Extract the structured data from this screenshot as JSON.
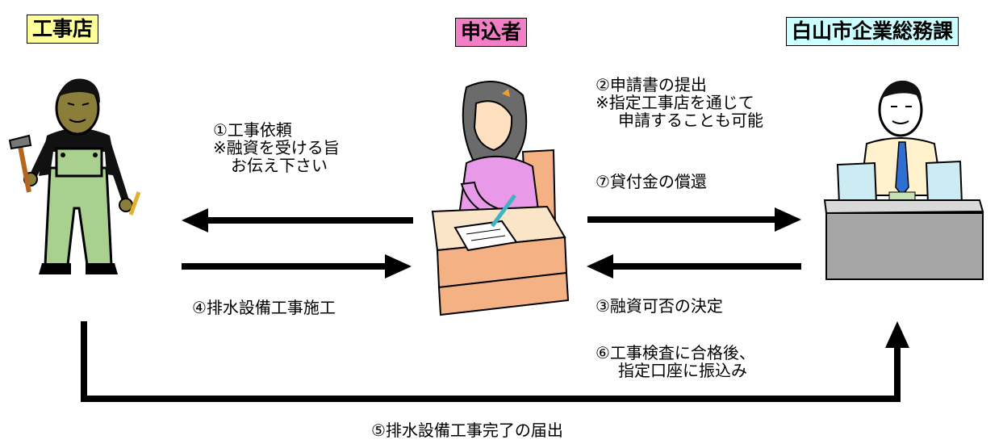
{
  "roles": {
    "contractor": "工事店",
    "applicant": "申込者",
    "office": "白山市企業総務課"
  },
  "steps": {
    "step1": [
      "①工事依頼",
      "※融資を受ける旨",
      "お伝え下さい"
    ],
    "step2": [
      "②申請書の提出",
      "※指定工事店を通じて",
      "申請することも可能"
    ],
    "step3": "③融資可否の決定",
    "step4": "④排水設備工事施工",
    "step5": "⑤排水設備工事完了の届出",
    "step6": [
      "⑥工事検査に合格後、",
      "指定口座に振込み"
    ],
    "step7": "⑦貸付金の償還"
  },
  "colors": {
    "contractor_label": "#ffff99",
    "applicant_label": "#f27fc5",
    "office_label": "#ccffff",
    "arrow": "#000000"
  },
  "figures": {
    "contractor": "worker-with-hammer-icon",
    "applicant": "woman-writing-at-desk-icon",
    "office": "clerk-at-counter-icon"
  }
}
